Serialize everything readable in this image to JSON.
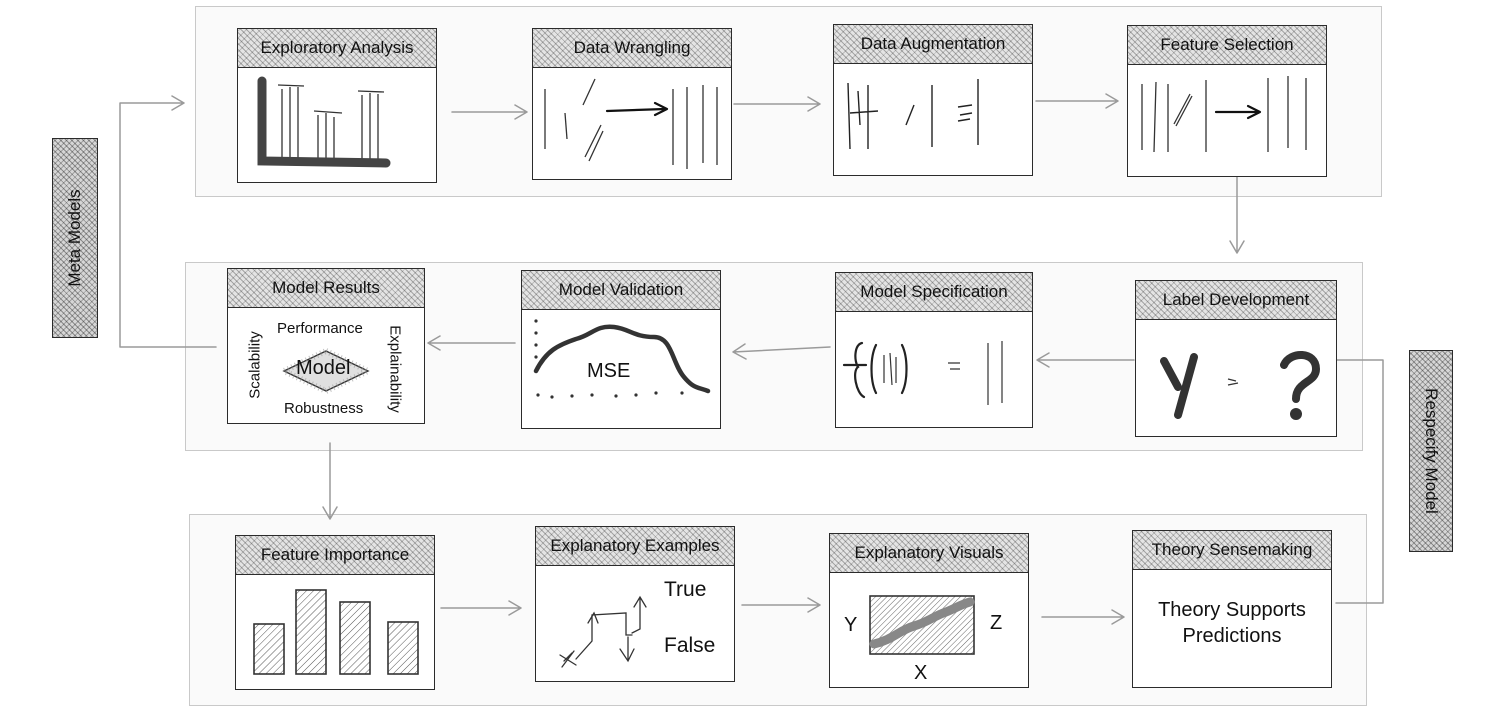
{
  "side_labels": {
    "meta_models": "Meta Models",
    "respecify_model": "Respecify Model"
  },
  "row1": {
    "exploratory_analysis": "Exploratory Analysis",
    "data_wrangling": "Data Wrangling",
    "data_augmentation": "Data Augmentation",
    "feature_selection": "Feature Selection"
  },
  "row2": {
    "model_results": {
      "title": "Model Results",
      "center": "Model",
      "top": "Performance",
      "bottom": "Robustness",
      "left": "Scalability",
      "right": "Explainability"
    },
    "model_validation": {
      "title": "Model Validation",
      "metric": "MSE"
    },
    "model_specification": "Model Specification",
    "label_development": "Label Development"
  },
  "row3": {
    "feature_importance": "Feature Importance",
    "explanatory_examples": {
      "title": "Explanatory Examples",
      "true_label": "True",
      "false_label": "False"
    },
    "explanatory_visuals": {
      "title": "Explanatory Visuals",
      "axis_x": "X",
      "axis_y": "Y",
      "axis_z": "Z"
    },
    "theory_sensemaking": {
      "title": "Theory Sensemaking",
      "body_line1": "Theory Supports",
      "body_line2": "Predictions"
    }
  }
}
